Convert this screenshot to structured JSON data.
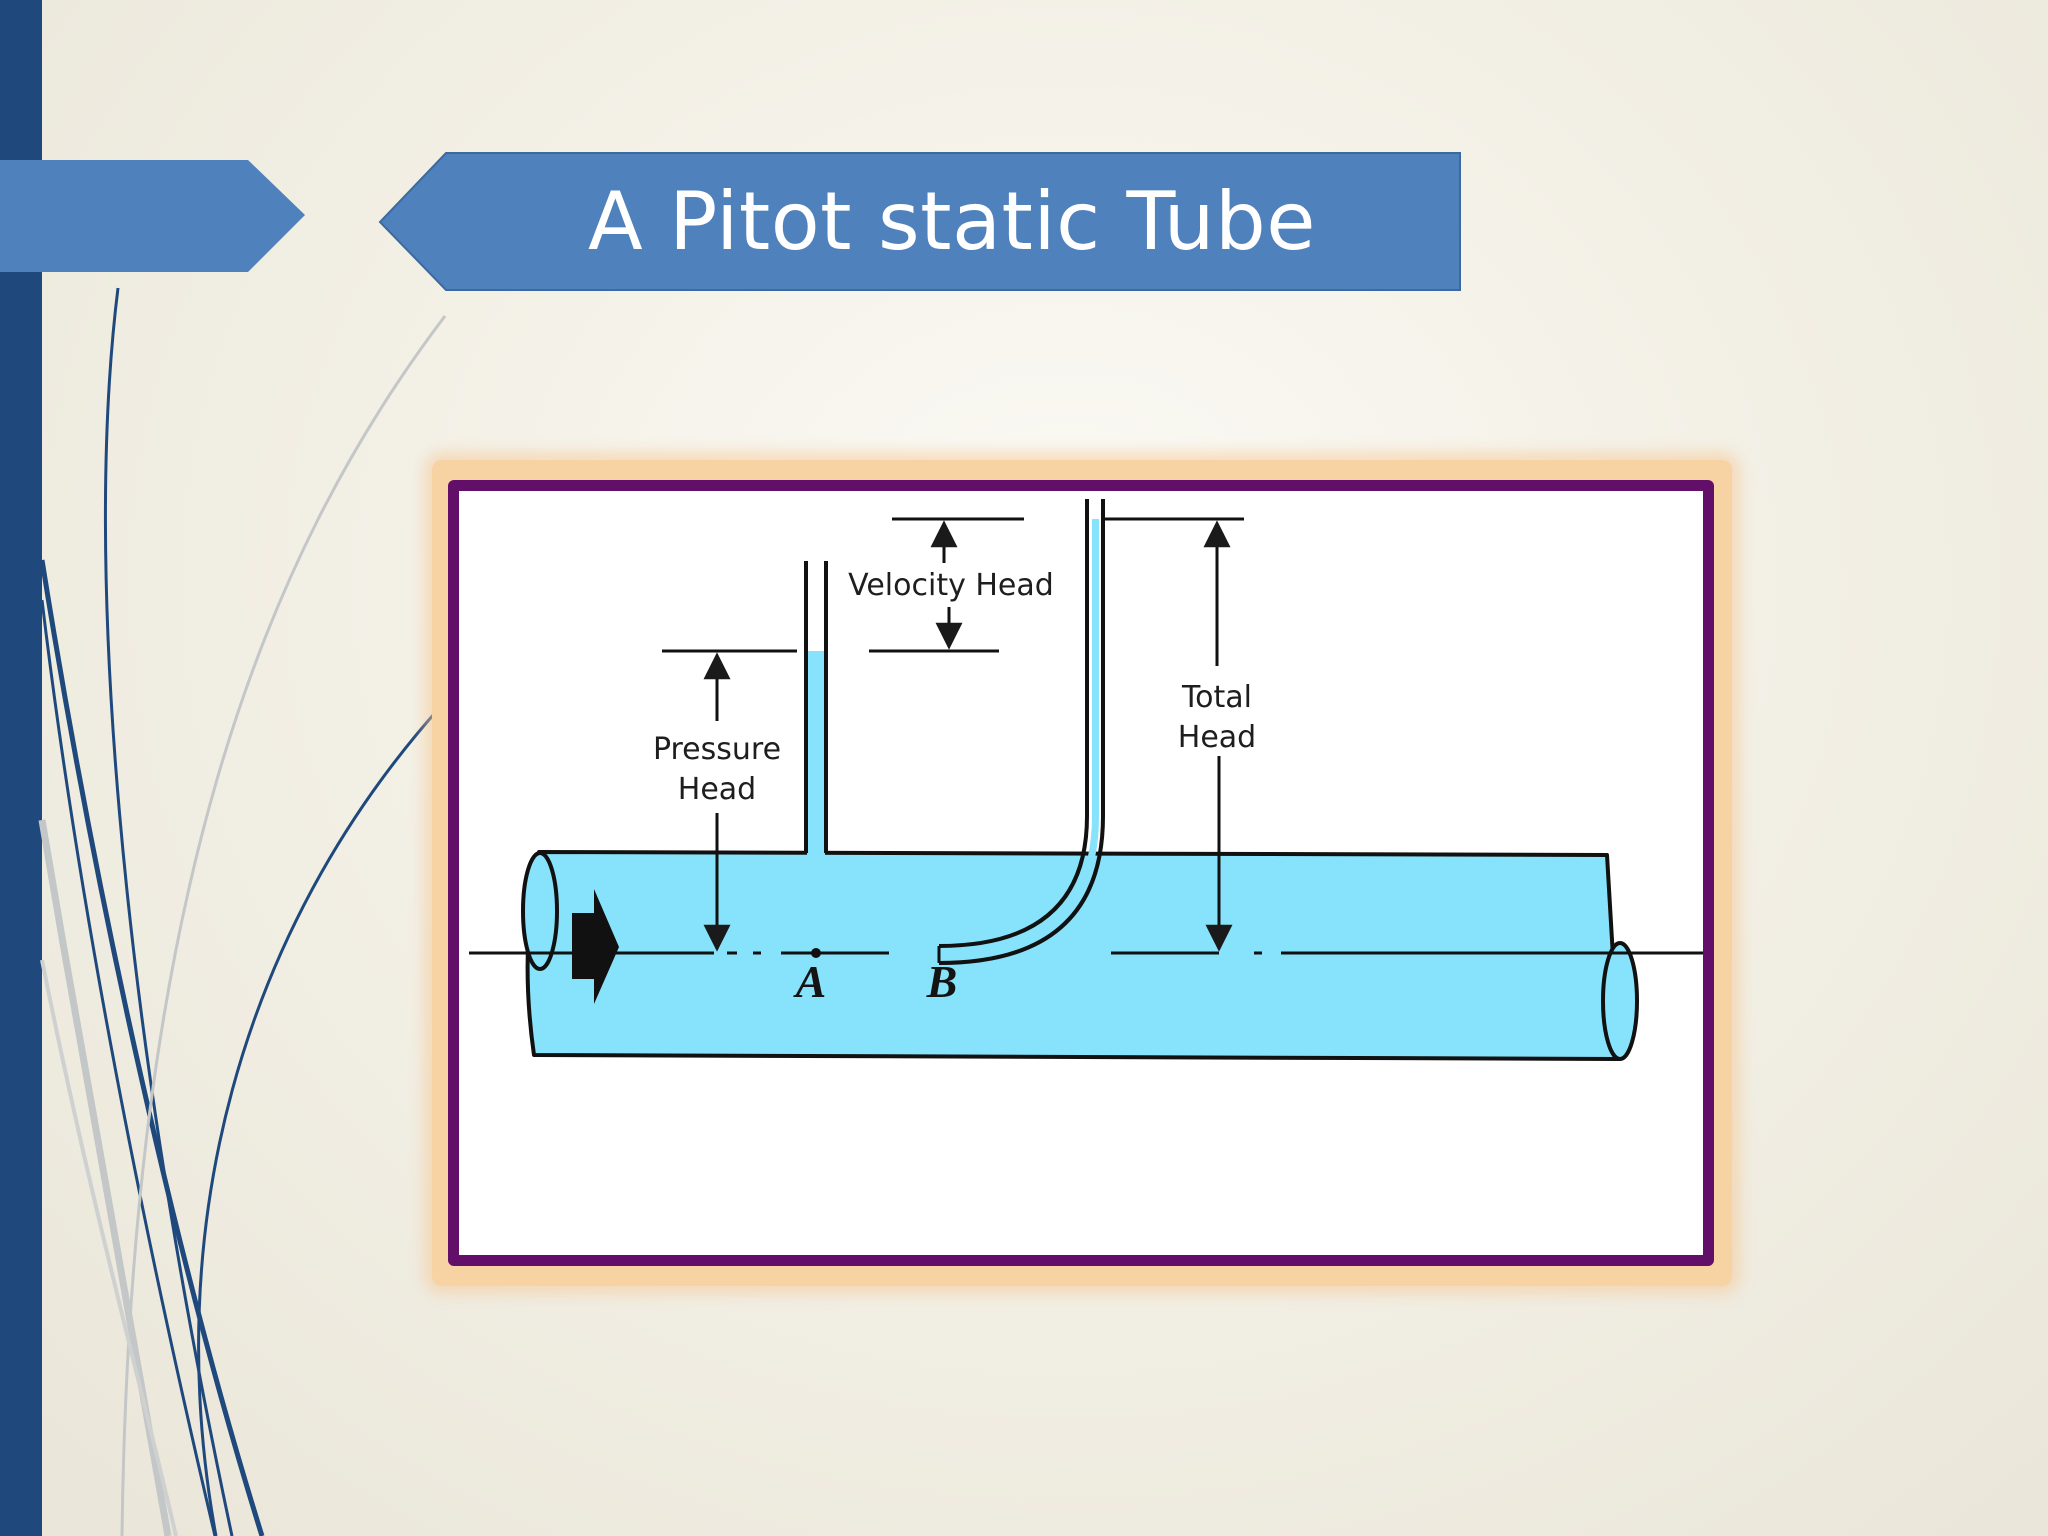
{
  "slide": {
    "title": "A Pitot static Tube"
  },
  "diagram": {
    "labels": {
      "velocity_head": "Velocity Head",
      "pressure_head_line1": "Pressure",
      "pressure_head_line2": "Head",
      "total_head_line1": "Total",
      "total_head_line2": "Head",
      "point_a": "A",
      "point_b": "B"
    },
    "colors": {
      "water": "#87e3fb",
      "frame": "#620f6a",
      "glow": "#f7d3a4",
      "banner": "#4f81bd",
      "sidebar": "#1f497d"
    }
  }
}
